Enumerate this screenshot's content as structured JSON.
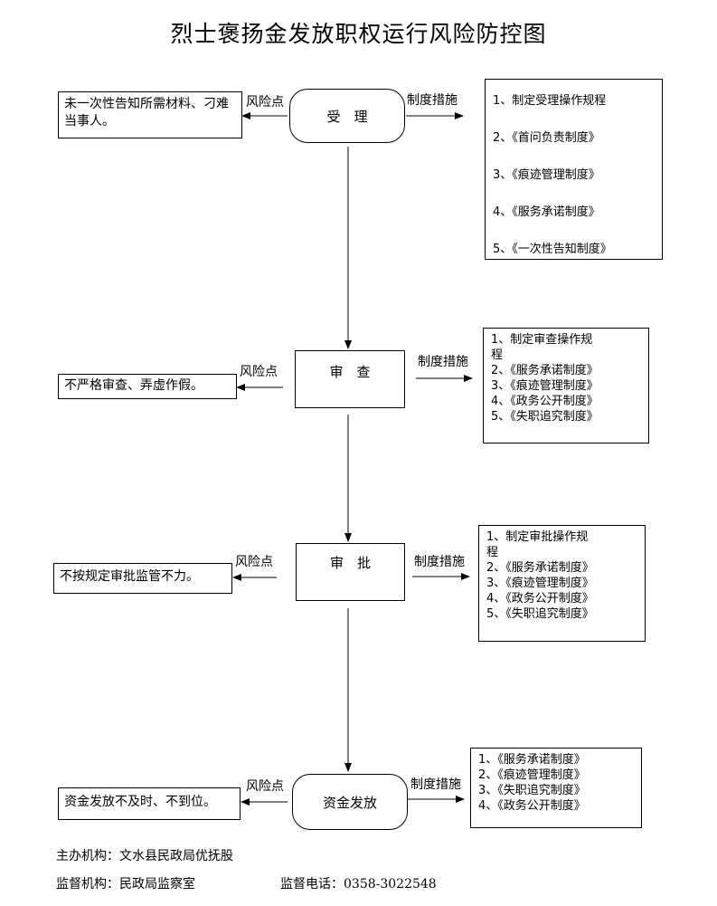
{
  "title": "烈士褒扬金发放职权运行风险防控图",
  "labels": {
    "risk_point": "风险点",
    "control_measures": "制度措施"
  },
  "steps": [
    {
      "name": "受　理",
      "risk": "未一次性告知所需材料、刁难当事人。",
      "measures": [
        "1、制定受理操作规程",
        "2、《首问负责制度》",
        "3、《痕迹管理制度》",
        "4、《服务承诺制度》",
        "5、《一次性告知制度》"
      ]
    },
    {
      "name": "审　查",
      "risk": "不严格审查、弄虚作假。",
      "measures": [
        "1、制定审查操作规",
        "程",
        "2、《服务承诺制度》",
        "3、《痕迹管理制度》",
        "4、《政务公开制度》",
        "5、《失职追究制度》"
      ]
    },
    {
      "name": "审　批",
      "risk": "不按规定审批监管不力。",
      "measures": [
        "1、制定审批操作规",
        "程",
        "2、《服务承诺制度》",
        "3、《痕迹管理制度》",
        "4、《政务公开制度》",
        "5、《失职追究制度》"
      ]
    },
    {
      "name": "资金发放",
      "risk": "资金发放不及时、不到位。",
      "measures": [
        "1、《服务承诺制度》",
        "2、《痕迹管理制度》",
        "3、《失职追究制度》",
        "4、《政务公开制度》"
      ]
    }
  ],
  "footer": {
    "host": "主办机构：文水县民政局优抚股",
    "supervisor": "监督机构：民政局监察室",
    "phone": "监督电话：0358-3022548"
  }
}
